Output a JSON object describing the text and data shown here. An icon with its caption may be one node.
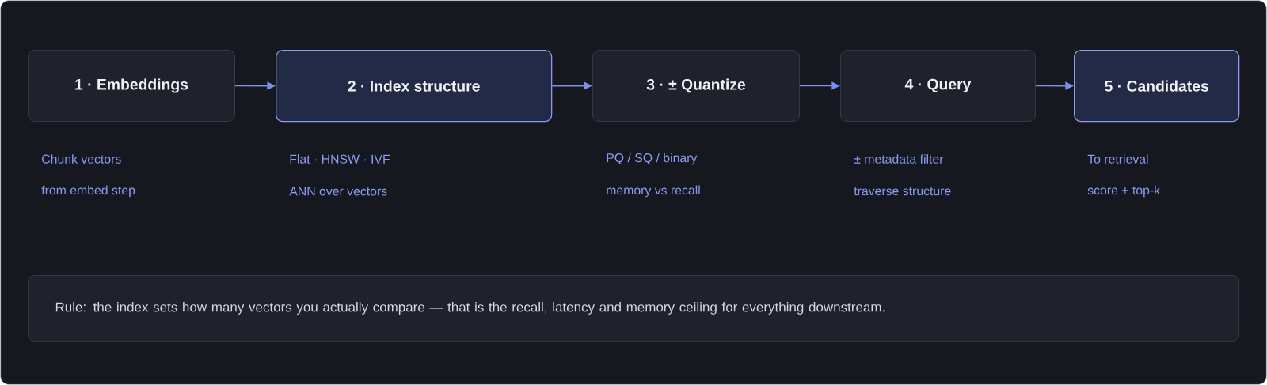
{
  "diagram": {
    "nodes": [
      {
        "text": [
          "1 · Embeddings"
        ],
        "beside": [
          "Chunk vectors",
          "from embed step"
        ]
      },
      {
        "text": [
          "2 · Index structure"
        ],
        "beside": [
          "Flat · HNSW · IVF",
          "ANN over vectors"
        ]
      },
      {
        "text": [
          "3 · ± Quantize"
        ],
        "beside": [
          "PQ / SQ / binary",
          "memory vs recall"
        ]
      },
      {
        "text": [
          "4 · Query"
        ],
        "beside": [
          "± metadata filter",
          "traverse structure"
        ]
      },
      {
        "text": [
          "5 · Candidates"
        ],
        "beside": [
          "To retrieval",
          "score + top-k"
        ]
      },
      {
        "text": [
          "Rule: the index sets how many vectors you actually compare — that is the recall, latency and memory ceiling for everything downstream."
        ]
      }
    ],
    "edges": [
      {
        "from": 0,
        "to": 1,
        "arrow": "to"
      },
      {
        "from": 1,
        "to": 2,
        "arrow": "to"
      },
      {
        "from": 2,
        "to": 3,
        "arrow": "to"
      },
      {
        "from": 3,
        "to": 4,
        "arrow": "to"
      }
    ]
  }
}
